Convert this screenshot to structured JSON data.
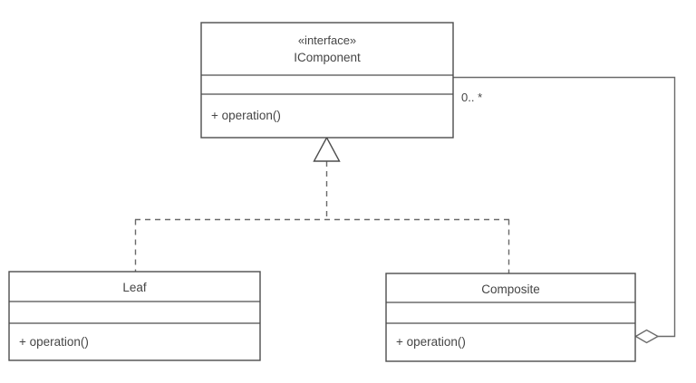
{
  "diagram": {
    "type": "uml-class-diagram",
    "pattern": "Composite",
    "background_color": "#ffffff",
    "line_color": "#4d4d4d",
    "text_color": "#454545"
  },
  "classes": {
    "icomponent": {
      "stereotype": "«interface»",
      "name": "IComponent",
      "attributes": [],
      "operations": [
        "+ operation()"
      ]
    },
    "leaf": {
      "stereotype": "",
      "name": "Leaf",
      "attributes": [],
      "operations": [
        "+ operation()"
      ]
    },
    "composite": {
      "stereotype": "",
      "name": "Composite",
      "attributes": [],
      "operations": [
        "+ operation()"
      ]
    }
  },
  "relationships": {
    "leaf_realizes": {
      "kind": "realization",
      "source": "Leaf",
      "target": "IComponent",
      "line_style": "dashed",
      "arrow": "hollow-triangle"
    },
    "composite_realizes": {
      "kind": "realization",
      "source": "Composite",
      "target": "IComponent",
      "line_style": "dashed",
      "arrow": "hollow-triangle"
    },
    "aggregation": {
      "kind": "aggregation",
      "source": "Composite",
      "target": "IComponent",
      "line_style": "solid",
      "arrow": "hollow-diamond",
      "multiplicity": "0.. *"
    }
  }
}
